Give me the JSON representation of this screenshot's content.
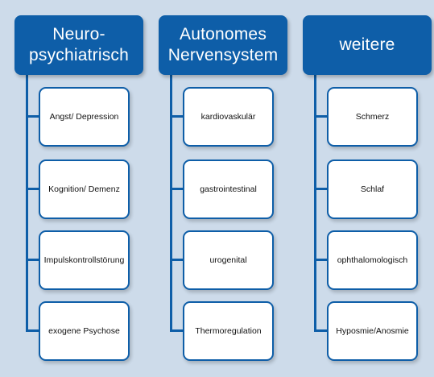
{
  "colors": {
    "accent": "#0e5ea8",
    "background": "#cddbea",
    "box": "#ffffff"
  },
  "columns": [
    {
      "title": "Neuro-\npsychiatrisch",
      "items": [
        "Angst/ Depression",
        "Kognition/ Demenz",
        "Impulskontrollstörung",
        "exogene Psychose"
      ]
    },
    {
      "title": "Autonomes\nNervensystem",
      "items": [
        "kardiovaskulär",
        "gastrointestinal",
        "urogenital",
        "Thermoregulation"
      ]
    },
    {
      "title": "weitere",
      "items": [
        "Schmerz",
        "Schlaf",
        "ophthalomologisch",
        "Hyposmie/Anosmie"
      ]
    }
  ]
}
